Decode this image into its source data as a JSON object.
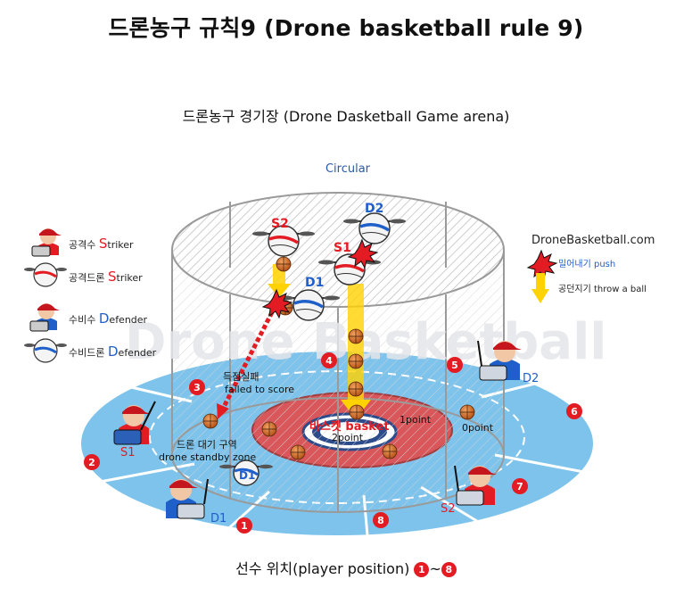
{
  "title": "드론농구 규칙9 (Drone basketball rule 9)",
  "subtitle": "드론농구 경기장 (Drone Dasketball Game arena)",
  "arena_label": "Circular",
  "brand": "DroneBasketball.com",
  "watermark": "Drone Basketball",
  "legend": [
    {
      "icon": "striker-pilot-icon",
      "label": "공격수 ",
      "initial": "S",
      "rest": "triker",
      "initial_color": "#e31b23"
    },
    {
      "icon": "striker-drone-icon",
      "label": "공격드론 ",
      "initial": "S",
      "rest": "triker",
      "initial_color": "#e31b23"
    },
    {
      "icon": "defender-pilot-icon",
      "label": "수비수 ",
      "initial": "D",
      "rest": "efender",
      "initial_color": "#1f5fc9"
    },
    {
      "icon": "defender-drone-icon",
      "label": "수비드론 ",
      "initial": "D",
      "rest": "efender",
      "initial_color": "#1f5fc9"
    }
  ],
  "legend_right": {
    "push": "밀어내기 push",
    "throw": "공던지기 throw a ball"
  },
  "annotations": {
    "failed_ko": "득점실패",
    "failed_en": "failed to score",
    "standby_ko": "드론 대기 구역",
    "standby_en": "drone standby zone",
    "basket": "바스켓 basket",
    "point1": "1point",
    "point2": "2point",
    "point0": "0point"
  },
  "drones": {
    "s2": "S2",
    "d2": "D2",
    "s1": "S1",
    "d1": "D1",
    "d1_ground": "D1"
  },
  "players": {
    "s1": "S1",
    "d1": "D1",
    "s2": "S2",
    "d2": "D2"
  },
  "positions": [
    "1",
    "2",
    "3",
    "4",
    "5",
    "6",
    "7",
    "8"
  ],
  "footer": {
    "text": "선수 위치(player position) ",
    "range_start": "1",
    "range_sep": "~",
    "range_end": "8"
  },
  "colors": {
    "floor": "#7dc3ec",
    "court_red": "#d9575a",
    "striker": "#e31b23",
    "defender": "#1f5fc9",
    "badge": "#e31b23",
    "arrow": "#ffd200"
  }
}
